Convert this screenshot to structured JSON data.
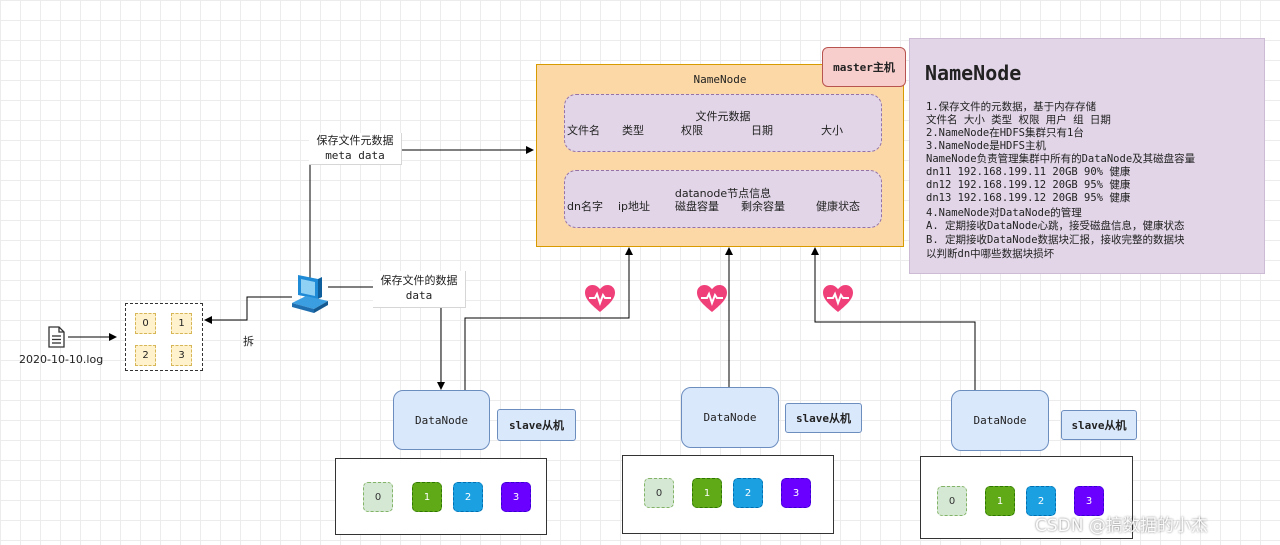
{
  "namenode": {
    "title": "NameNode",
    "metadata_section": {
      "title": "文件元数据",
      "fields": [
        "文件名",
        "类型",
        "权限",
        "日期",
        "大小"
      ]
    },
    "datanode_section": {
      "title": "datanode节点信息",
      "fields": [
        "dn名字",
        "ip地址",
        "磁盘容量",
        "剩余容量",
        "健康状态"
      ]
    }
  },
  "master_tag": "master主机",
  "info_panel": {
    "title": "NameNode",
    "lines": [
      "1.保存文件的元数据，基于内存存储",
      "   文件名 大小 类型 权限 用户 组 日期",
      "2.NameNode在HDFS集群只有1台",
      "3.NameNode是HDFS主机",
      "   NameNode负责管理集群中所有的DataNode及其磁盘容量",
      "   dn11 192.168.199.11 20GB 90% 健康",
      "   dn12 192.168.199.12 20GB 95% 健康",
      "   dn13 192.168.199.12 20GB 95% 健康",
      "4.NameNode对DataNode的管理",
      "   A. 定期接收DataNode心跳，接受磁盘信息，健康状态",
      "   B. 定期接收DataNode数据块汇报，接收完整的数据块",
      "      以判断dn中哪些数据块损坏"
    ]
  },
  "labels": {
    "meta_line1": "保存文件元数据",
    "meta_line2": "meta data",
    "data_line1": "保存文件的数据",
    "data_line2": "data",
    "split": "拆",
    "log_file": "2020-10-10.log"
  },
  "split_blocks": [
    "0",
    "1",
    "2",
    "3"
  ],
  "datanodes": [
    {
      "label": "DataNode",
      "tag": "slave从机",
      "blocks": [
        "0",
        "1",
        "2",
        "3"
      ]
    },
    {
      "label": "DataNode",
      "tag": "slave从机",
      "blocks": [
        "0",
        "1",
        "2",
        "3"
      ]
    },
    {
      "label": "DataNode",
      "tag": "slave从机",
      "blocks": [
        "0",
        "1",
        "2",
        "3"
      ]
    }
  ],
  "icons": [
    "file-icon",
    "computer-icon",
    "heartbeat-icon"
  ],
  "colors": {
    "namenode_fill": "#fbd8a6",
    "namenode_border": "#d79b00",
    "section_fill": "#e1d5e7",
    "datanode_fill": "#dae8fc",
    "heart": "#f0407a",
    "block0": "#d5e8d4",
    "block1": "#60a917",
    "block2": "#1ba1e2",
    "block3": "#6a00ff"
  },
  "watermark": "CSDN @搞数据的小杰"
}
